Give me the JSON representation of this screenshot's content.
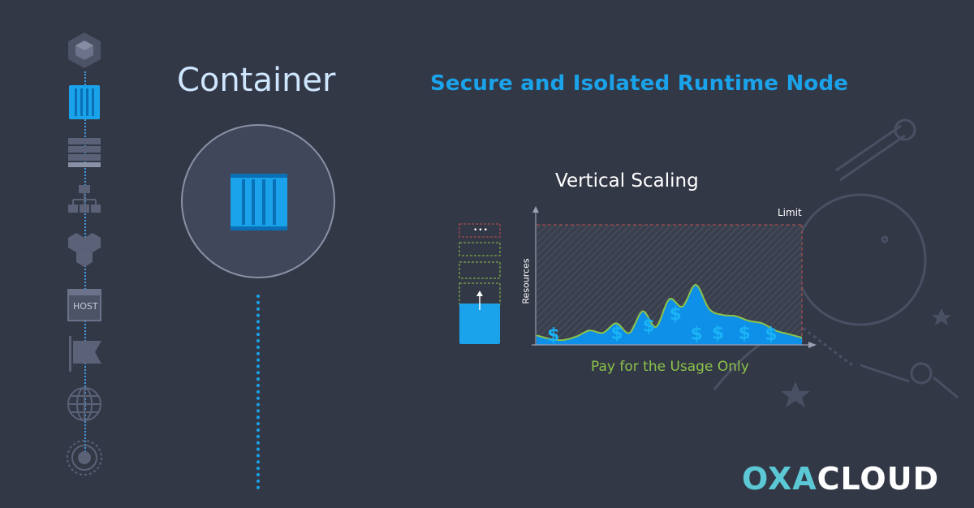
{
  "header": {
    "title": "Container",
    "subtitle": "Secure and Isolated Runtime Node"
  },
  "sidebar": {
    "items": [
      {
        "icon": "cube-icon",
        "active": false
      },
      {
        "icon": "container-icon",
        "active": true
      },
      {
        "icon": "stack-icon",
        "active": false
      },
      {
        "icon": "hierarchy-icon",
        "active": false
      },
      {
        "icon": "hexagons-icon",
        "active": false
      },
      {
        "icon": "host-icon",
        "label": "HOST",
        "active": false
      },
      {
        "icon": "flag-icon",
        "active": false
      },
      {
        "icon": "globe-icon",
        "active": false
      },
      {
        "icon": "orbit-icon",
        "active": false
      }
    ]
  },
  "stack": {
    "dots": "•••"
  },
  "chart_data": {
    "type": "area",
    "title": "Vertical Scaling",
    "ylabel": "Resources",
    "limit_label": "Limit",
    "caption": "Pay for the Usage Only",
    "x": [
      0,
      5,
      10,
      15,
      20,
      25,
      30,
      35,
      40,
      45,
      50,
      55,
      60,
      65,
      70,
      75,
      80,
      85,
      90,
      95,
      100
    ],
    "values": [
      8,
      5,
      4,
      7,
      12,
      10,
      18,
      10,
      28,
      15,
      38,
      32,
      50,
      30,
      25,
      24,
      20,
      18,
      12,
      9,
      6
    ],
    "ylim": [
      0,
      100
    ],
    "colors": {
      "fill": "#0e8fe8",
      "line": "#8bc34a",
      "limit": "#c0504d"
    }
  },
  "brand": {
    "part1": "OXA",
    "part2": "CLOUD",
    "colors": {
      "part1": "#5cc8d6",
      "part2": "#ffffff"
    }
  },
  "colors": {
    "background": "#333846",
    "accent": "#1aa3ea"
  }
}
